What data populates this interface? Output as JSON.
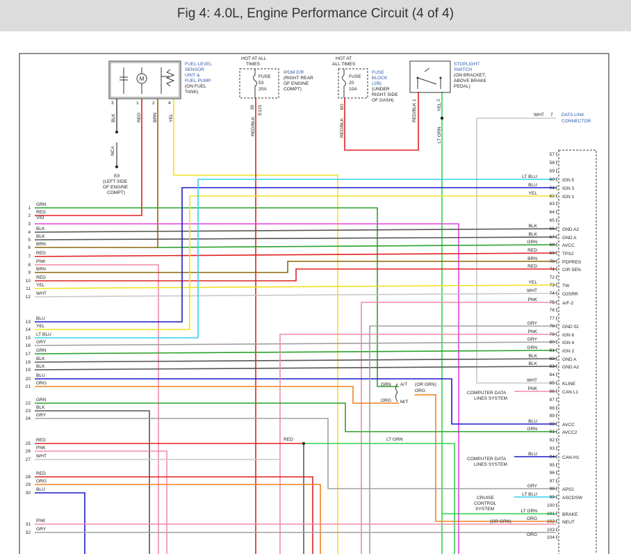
{
  "title": "Fig 4: 4.0L, Engine Performance Circuit (4 of 4)",
  "components": {
    "fuel_sender": {
      "label": [
        "FUEL LEVEL",
        "SENSOR",
        "UNIT &",
        "FUEL PUMP",
        "(ON FUEL",
        "TANK)"
      ],
      "pins": [
        "3",
        "1",
        "2",
        "4"
      ],
      "motor": "M"
    },
    "ipdm": {
      "top": [
        "HOT AT ALL",
        "TIMES"
      ],
      "label": [
        "IPDM E/R",
        "(RIGHT REAR",
        "OF ENGINE",
        "COMPT)"
      ],
      "fuse": [
        "FUSE",
        "53",
        "20A"
      ],
      "pin": "30",
      "conn": "E121"
    },
    "fuse_block": {
      "top": [
        "HOT AT",
        "ALL TIMES"
      ],
      "label": [
        "FUSE",
        "BLOCK",
        "(J/B)",
        "(UNDER",
        "RIGHT SIDE",
        "OF DASH)"
      ],
      "fuse": [
        "FUSE",
        "20",
        "10A"
      ],
      "pin": "8O"
    },
    "stoplight": {
      "label": [
        "STOPLIGHT",
        "SWITCH",
        "(ON BRACKET,",
        "ABOVE BRAKE",
        "PEDAL)"
      ],
      "pins": [
        "1",
        "2"
      ]
    },
    "ground": {
      "nca": "NCA",
      "label": [
        "E9",
        "(LEFT SIDE",
        "OF ENGINE",
        "COMPT)"
      ]
    },
    "data_link": {
      "wire": "WHT",
      "pin": "7",
      "label": [
        "DATA LINK",
        "CONNECTOR"
      ]
    },
    "vertical_wire_labels": [
      "BLK",
      "RED",
      "BRN",
      "YEL",
      "RED/BLK",
      "RED/BLK",
      "RED/BLK",
      "YEL",
      "LT GRN"
    ],
    "transmission": {
      "at": "A/T",
      "mt": "M/T",
      "or_grn": "(OR GRN)",
      "grn": "GRN",
      "org": "ORG",
      "org2": "ORG"
    },
    "red_jumper": "RED",
    "lt_grn_jumper": "LT GRN",
    "computer_data_1": [
      "COMPUTER DATA",
      "LINES SYSTEM"
    ],
    "computer_data_2": [
      "COMPUTER DATA",
      "LINES SYSTEM"
    ],
    "cruise": [
      "CRUISE",
      "CONTROL",
      "SYSTEM"
    ],
    "or_grn_102": "(OR GRN)"
  },
  "left_wires": [
    {
      "pin": "1",
      "color": "GRN"
    },
    {
      "pin": "2",
      "color": "RED"
    },
    {
      "pin": "",
      "color": "VIO"
    },
    {
      "pin": "3",
      "color": ""
    },
    {
      "pin": "4",
      "color": "BLK"
    },
    {
      "pin": "5",
      "color": "BLK"
    },
    {
      "pin": "6",
      "color": "BRN"
    },
    {
      "pin": "7",
      "color": "RED"
    },
    {
      "pin": "8",
      "color": "PNK"
    },
    {
      "pin": "9",
      "color": "BRN"
    },
    {
      "pin": "10",
      "color": "RED"
    },
    {
      "pin": "11",
      "color": "YEL"
    },
    {
      "pin": "12",
      "color": "WHT"
    },
    {
      "pin": "13",
      "color": "BLU"
    },
    {
      "pin": "14",
      "color": "YEL"
    },
    {
      "pin": "15",
      "color": "LT BLU"
    },
    {
      "pin": "16",
      "color": "GRY"
    },
    {
      "pin": "17",
      "color": "GRN"
    },
    {
      "pin": "18",
      "color": "BLK"
    },
    {
      "pin": "19",
      "color": "BLK"
    },
    {
      "pin": "20",
      "color": "BLU"
    },
    {
      "pin": "21",
      "color": "ORG"
    },
    {
      "pin": "22",
      "color": "GRN"
    },
    {
      "pin": "23",
      "color": "BLK"
    },
    {
      "pin": "24",
      "color": "GRY"
    },
    {
      "pin": "25",
      "color": "RED"
    },
    {
      "pin": "26",
      "color": "PNK"
    },
    {
      "pin": "27",
      "color": "WHT"
    },
    {
      "pin": "28",
      "color": "RED"
    },
    {
      "pin": "29",
      "color": "ORG"
    },
    {
      "pin": "30",
      "color": "BLU"
    },
    {
      "pin": "31",
      "color": "PNK"
    },
    {
      "pin": "32",
      "color": "GRY"
    }
  ],
  "ecm_pins": [
    {
      "pin": "57",
      "wire": "",
      "func": ""
    },
    {
      "pin": "58",
      "wire": "",
      "func": ""
    },
    {
      "pin": "59",
      "wire": "",
      "func": ""
    },
    {
      "pin": "60",
      "wire": "LT BLU",
      "func": "IGN 5"
    },
    {
      "pin": "61",
      "wire": "BLU",
      "func": "IGN 3"
    },
    {
      "pin": "62",
      "wire": "YEL",
      "func": "IGN 1"
    },
    {
      "pin": "63",
      "wire": "",
      "func": ""
    },
    {
      "pin": "64",
      "wire": "",
      "func": ""
    },
    {
      "pin": "65",
      "wire": "",
      "func": ""
    },
    {
      "pin": "66",
      "wire": "BLK",
      "func": "GND A2"
    },
    {
      "pin": "67",
      "wire": "BLK",
      "func": "GND A"
    },
    {
      "pin": "68",
      "wire": "GRN",
      "func": "AVCC"
    },
    {
      "pin": "69",
      "wire": "RED",
      "func": "TPS2"
    },
    {
      "pin": "70",
      "wire": "BRN",
      "func": "PDPRES"
    },
    {
      "pin": "71",
      "wire": "RED",
      "func": "CIR SEN"
    },
    {
      "pin": "72",
      "wire": "",
      "func": ""
    },
    {
      "pin": "73",
      "wire": "YEL",
      "func": "TW"
    },
    {
      "pin": "74",
      "wire": "WHT",
      "func": "O2SRR"
    },
    {
      "pin": "75",
      "wire": "PNK",
      "func": "A/F-2"
    },
    {
      "pin": "76",
      "wire": "",
      "func": ""
    },
    {
      "pin": "77",
      "wire": "",
      "func": ""
    },
    {
      "pin": "78",
      "wire": "GRY",
      "func": "GND 02"
    },
    {
      "pin": "79",
      "wire": "PNK",
      "func": "IGN 6"
    },
    {
      "pin": "80",
      "wire": "GRY",
      "func": "IGN 4"
    },
    {
      "pin": "81",
      "wire": "GRN",
      "func": "IGN 2"
    },
    {
      "pin": "82",
      "wire": "BLK",
      "func": "GND A"
    },
    {
      "pin": "83",
      "wire": "BLK",
      "func": "GND A2"
    },
    {
      "pin": "84",
      "wire": "",
      "func": ""
    },
    {
      "pin": "85",
      "wire": "WHT",
      "func": "KLINE"
    },
    {
      "pin": "86",
      "wire": "PNK",
      "func": "CAN L1"
    },
    {
      "pin": "87",
      "wire": "",
      "func": ""
    },
    {
      "pin": "88",
      "wire": "",
      "func": ""
    },
    {
      "pin": "89",
      "wire": "",
      "func": ""
    },
    {
      "pin": "90",
      "wire": "BLU",
      "func": "AVCC"
    },
    {
      "pin": "91",
      "wire": "GRN",
      "func": "AVCC2"
    },
    {
      "pin": "92",
      "wire": "",
      "func": ""
    },
    {
      "pin": "93",
      "wire": "",
      "func": ""
    },
    {
      "pin": "94",
      "wire": "BLU",
      "func": "CAN-H1"
    },
    {
      "pin": "95",
      "wire": "",
      "func": ""
    },
    {
      "pin": "96",
      "wire": "",
      "func": ""
    },
    {
      "pin": "97",
      "wire": "",
      "func": ""
    },
    {
      "pin": "98",
      "wire": "GRY",
      "func": "APS2"
    },
    {
      "pin": "99",
      "wire": "LT BLU",
      "func": "ASCDSW"
    },
    {
      "pin": "100",
      "wire": "",
      "func": ""
    },
    {
      "pin": "101",
      "wire": "LT GRN",
      "func": "BRAKE"
    },
    {
      "pin": "102",
      "wire": "ORG",
      "func": "NEUT"
    },
    {
      "pin": "103",
      "wire": "",
      "func": ""
    },
    {
      "pin": "104",
      "wire": "ORG",
      "func": ""
    }
  ],
  "colors": {
    "GRN": "#2aa02a",
    "RED": "#e02020",
    "VIO": "#e040e0",
    "BLK": "#555555",
    "BRN": "#8b6508",
    "PNK": "#f08aa8",
    "YEL": "#f0e020",
    "WHT": "#c8c8c8",
    "BLU": "#1818c8",
    "LT BLU": "#30d0f0",
    "GRY": "#a0a0a0",
    "ORG": "#f08020",
    "LT GRN": "#30d050",
    "frame": "#222222",
    "label_blue": "#2a5aa8"
  }
}
